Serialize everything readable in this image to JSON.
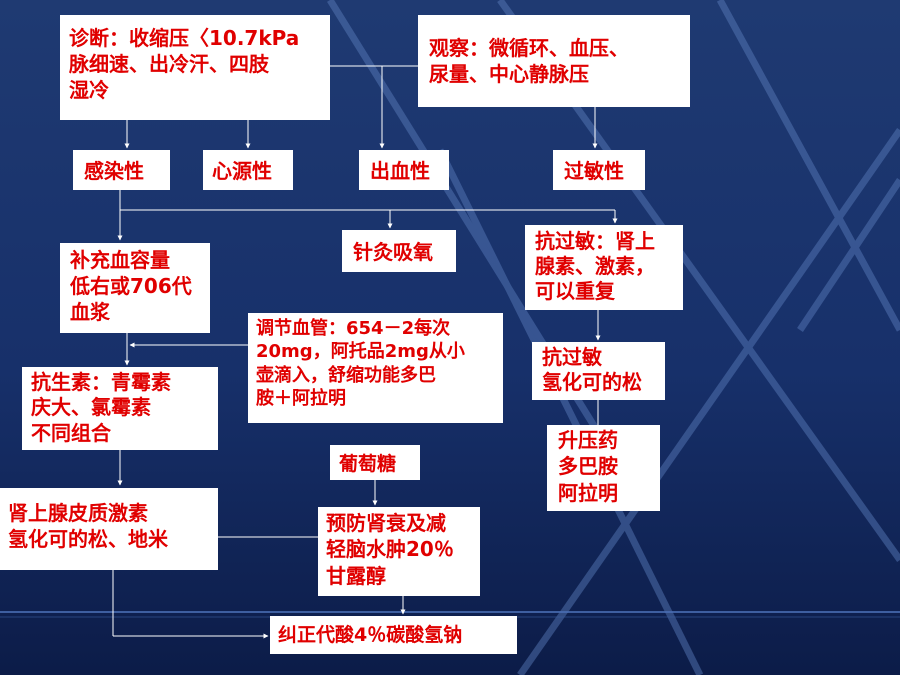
{
  "diagram": {
    "diagnosis": {
      "lines": [
        "诊断：收缩压〈10.7kPa",
        "脉细速、出冷汗、四肢",
        "湿冷"
      ]
    },
    "observe": {
      "lines": [
        "观察：微循环、血压、",
        "尿量、中心静脉压"
      ]
    },
    "types": {
      "infection": "感染性",
      "cardiogenic": "心源性",
      "hemorrhagic": "出血性",
      "allergic": "过敏性"
    },
    "acupuncture": "针灸吸氧",
    "volume": {
      "lines": [
        "补充血容量",
        "低右或706代",
        "血浆"
      ]
    },
    "anti_allergy": {
      "lines": [
        "抗过敏：肾上",
        "腺素、激素，",
        "可以重复"
      ]
    },
    "vascular": {
      "lines": [
        "调节血管：654－2每次",
        "20mg，阿托品2mg从小",
        "壶滴入，舒缩功能多巴",
        "胺＋阿拉明"
      ]
    },
    "antibiotics": {
      "lines": [
        "抗生素：青霉素",
        "庆大、氯霉素",
        "不同组合"
      ]
    },
    "anti_allergy_2": {
      "lines": [
        "抗过敏",
        "氢化可的松"
      ]
    },
    "pressor": {
      "lines": [
        "升压药",
        "多巴胺",
        "阿拉明"
      ]
    },
    "glucose": "葡萄糖",
    "corticoid": {
      "lines": [
        "肾上腺皮质激素",
        "氢化可的松、地米"
      ]
    },
    "prevent": {
      "lines": [
        "预防肾衰及减",
        "轻脑水肿20％",
        "甘露醇"
      ]
    },
    "acidosis": "纠正代酸4％碳酸氢钠"
  }
}
